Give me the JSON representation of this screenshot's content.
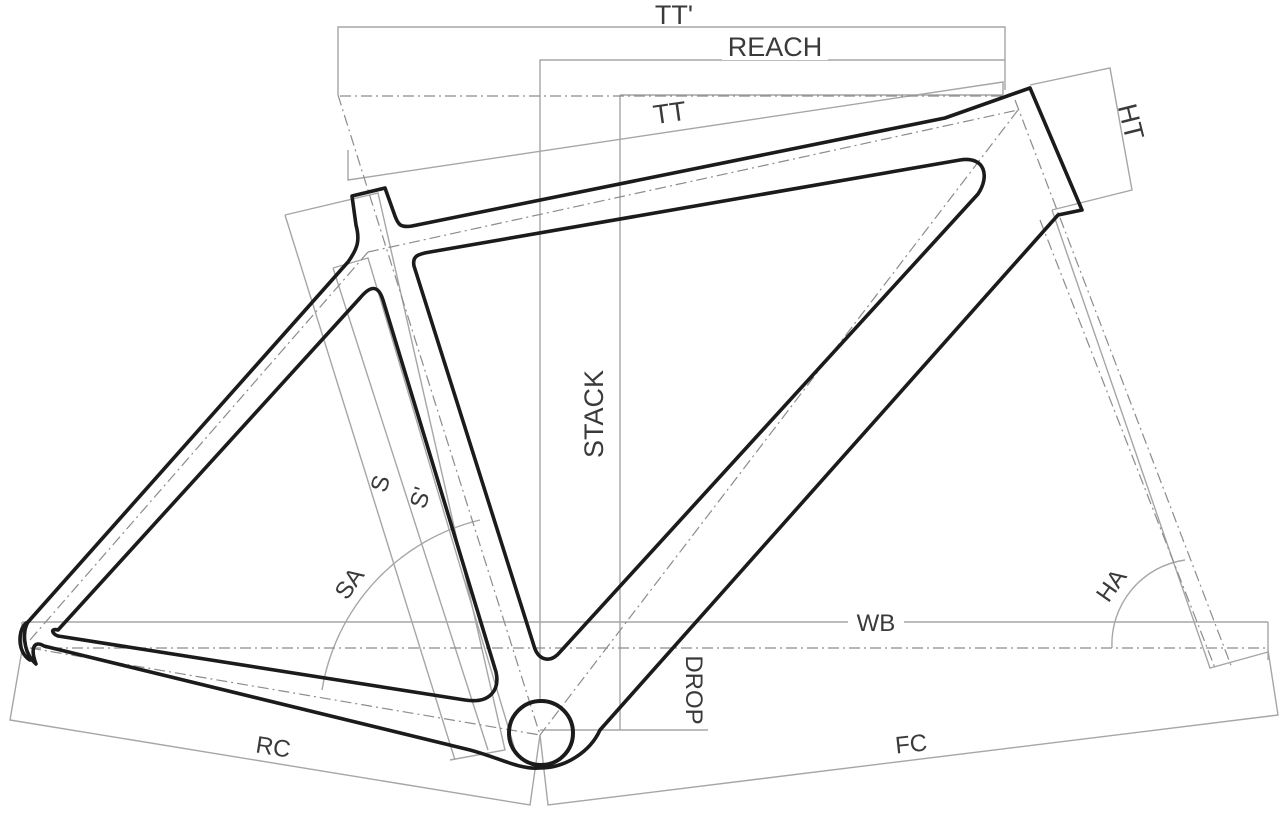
{
  "labels": {
    "tt_prime": "TT'",
    "reach": "REACH",
    "tt": "TT",
    "ht": "HT",
    "stack": "STACK",
    "s": "S",
    "s_prime": "S'",
    "sa": "SA",
    "ha": "HA",
    "wb": "WB",
    "drop": "DROP",
    "rc": "RC",
    "fc": "FC"
  },
  "colors": {
    "frame": "#1b1b1b",
    "dimension": "#a6a6a6",
    "centerline": "#8c8c8c",
    "label": "#3a3a3a"
  }
}
